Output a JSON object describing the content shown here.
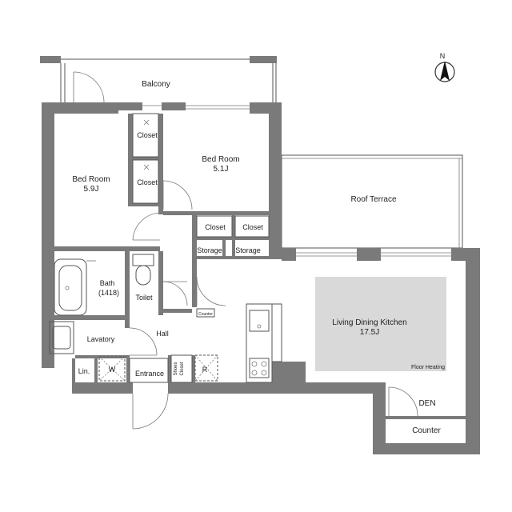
{
  "compass": {
    "north": "N"
  },
  "rooms": {
    "balcony": "Balcony",
    "bedroom1": {
      "name": "Bed Room",
      "size": "5.9J"
    },
    "bedroom2": {
      "name": "Bed Room",
      "size": "5.1J"
    },
    "closet": "Closet",
    "roof_terrace": "Roof Terrace",
    "storage": "Storage",
    "bath": {
      "name": "Bath",
      "size": "(1418)"
    },
    "toilet": "Toilet",
    "lavatory": "Lavatory",
    "hall": "Hall",
    "linen": "Lin.",
    "washer": "W",
    "refrigerator": "R",
    "entrance": "Entrance",
    "shoes_closet": [
      "Shoes",
      "Closet"
    ],
    "counter_small": "Counter",
    "ldk": {
      "name": "Living Dining Kitchen",
      "size": "17.5J"
    },
    "floor_heating": "Floor Heating",
    "den": "DEN",
    "counter": "Counter"
  },
  "colors": {
    "wall": "#7a7a7a",
    "floor_heating_area": "#d9d9d9"
  }
}
